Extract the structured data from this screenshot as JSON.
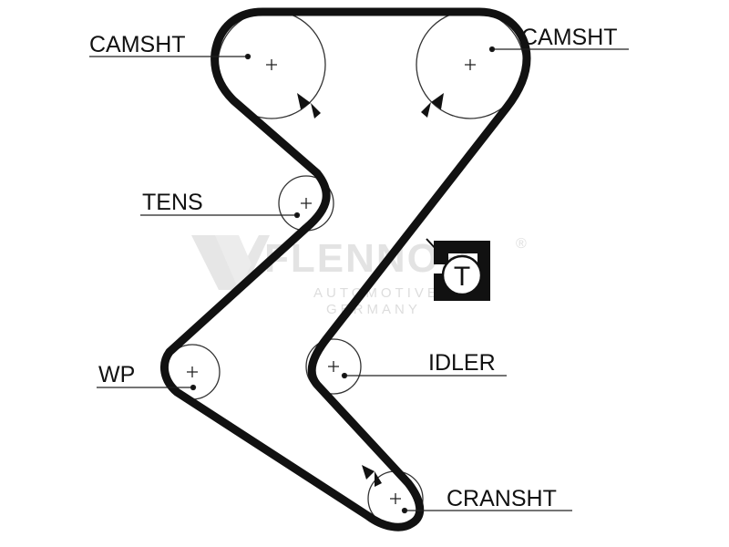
{
  "labels": {
    "camshaft_left": "CAMSHT",
    "camshaft_right": "CAMSHT",
    "tensioner": "TENS",
    "water_pump": "WP",
    "idler": "IDLER",
    "crankshaft": "CRANSHT"
  },
  "watermark": {
    "brand": "FLENNOR",
    "registered": "®",
    "line1": "AUTOMOTIVE",
    "line2": "GERMANY"
  },
  "tensioner_marker": {
    "letter": "T"
  },
  "colors": {
    "belt": "#111111",
    "pulley_outline": "#333333",
    "watermark": "#e3e3e3"
  }
}
